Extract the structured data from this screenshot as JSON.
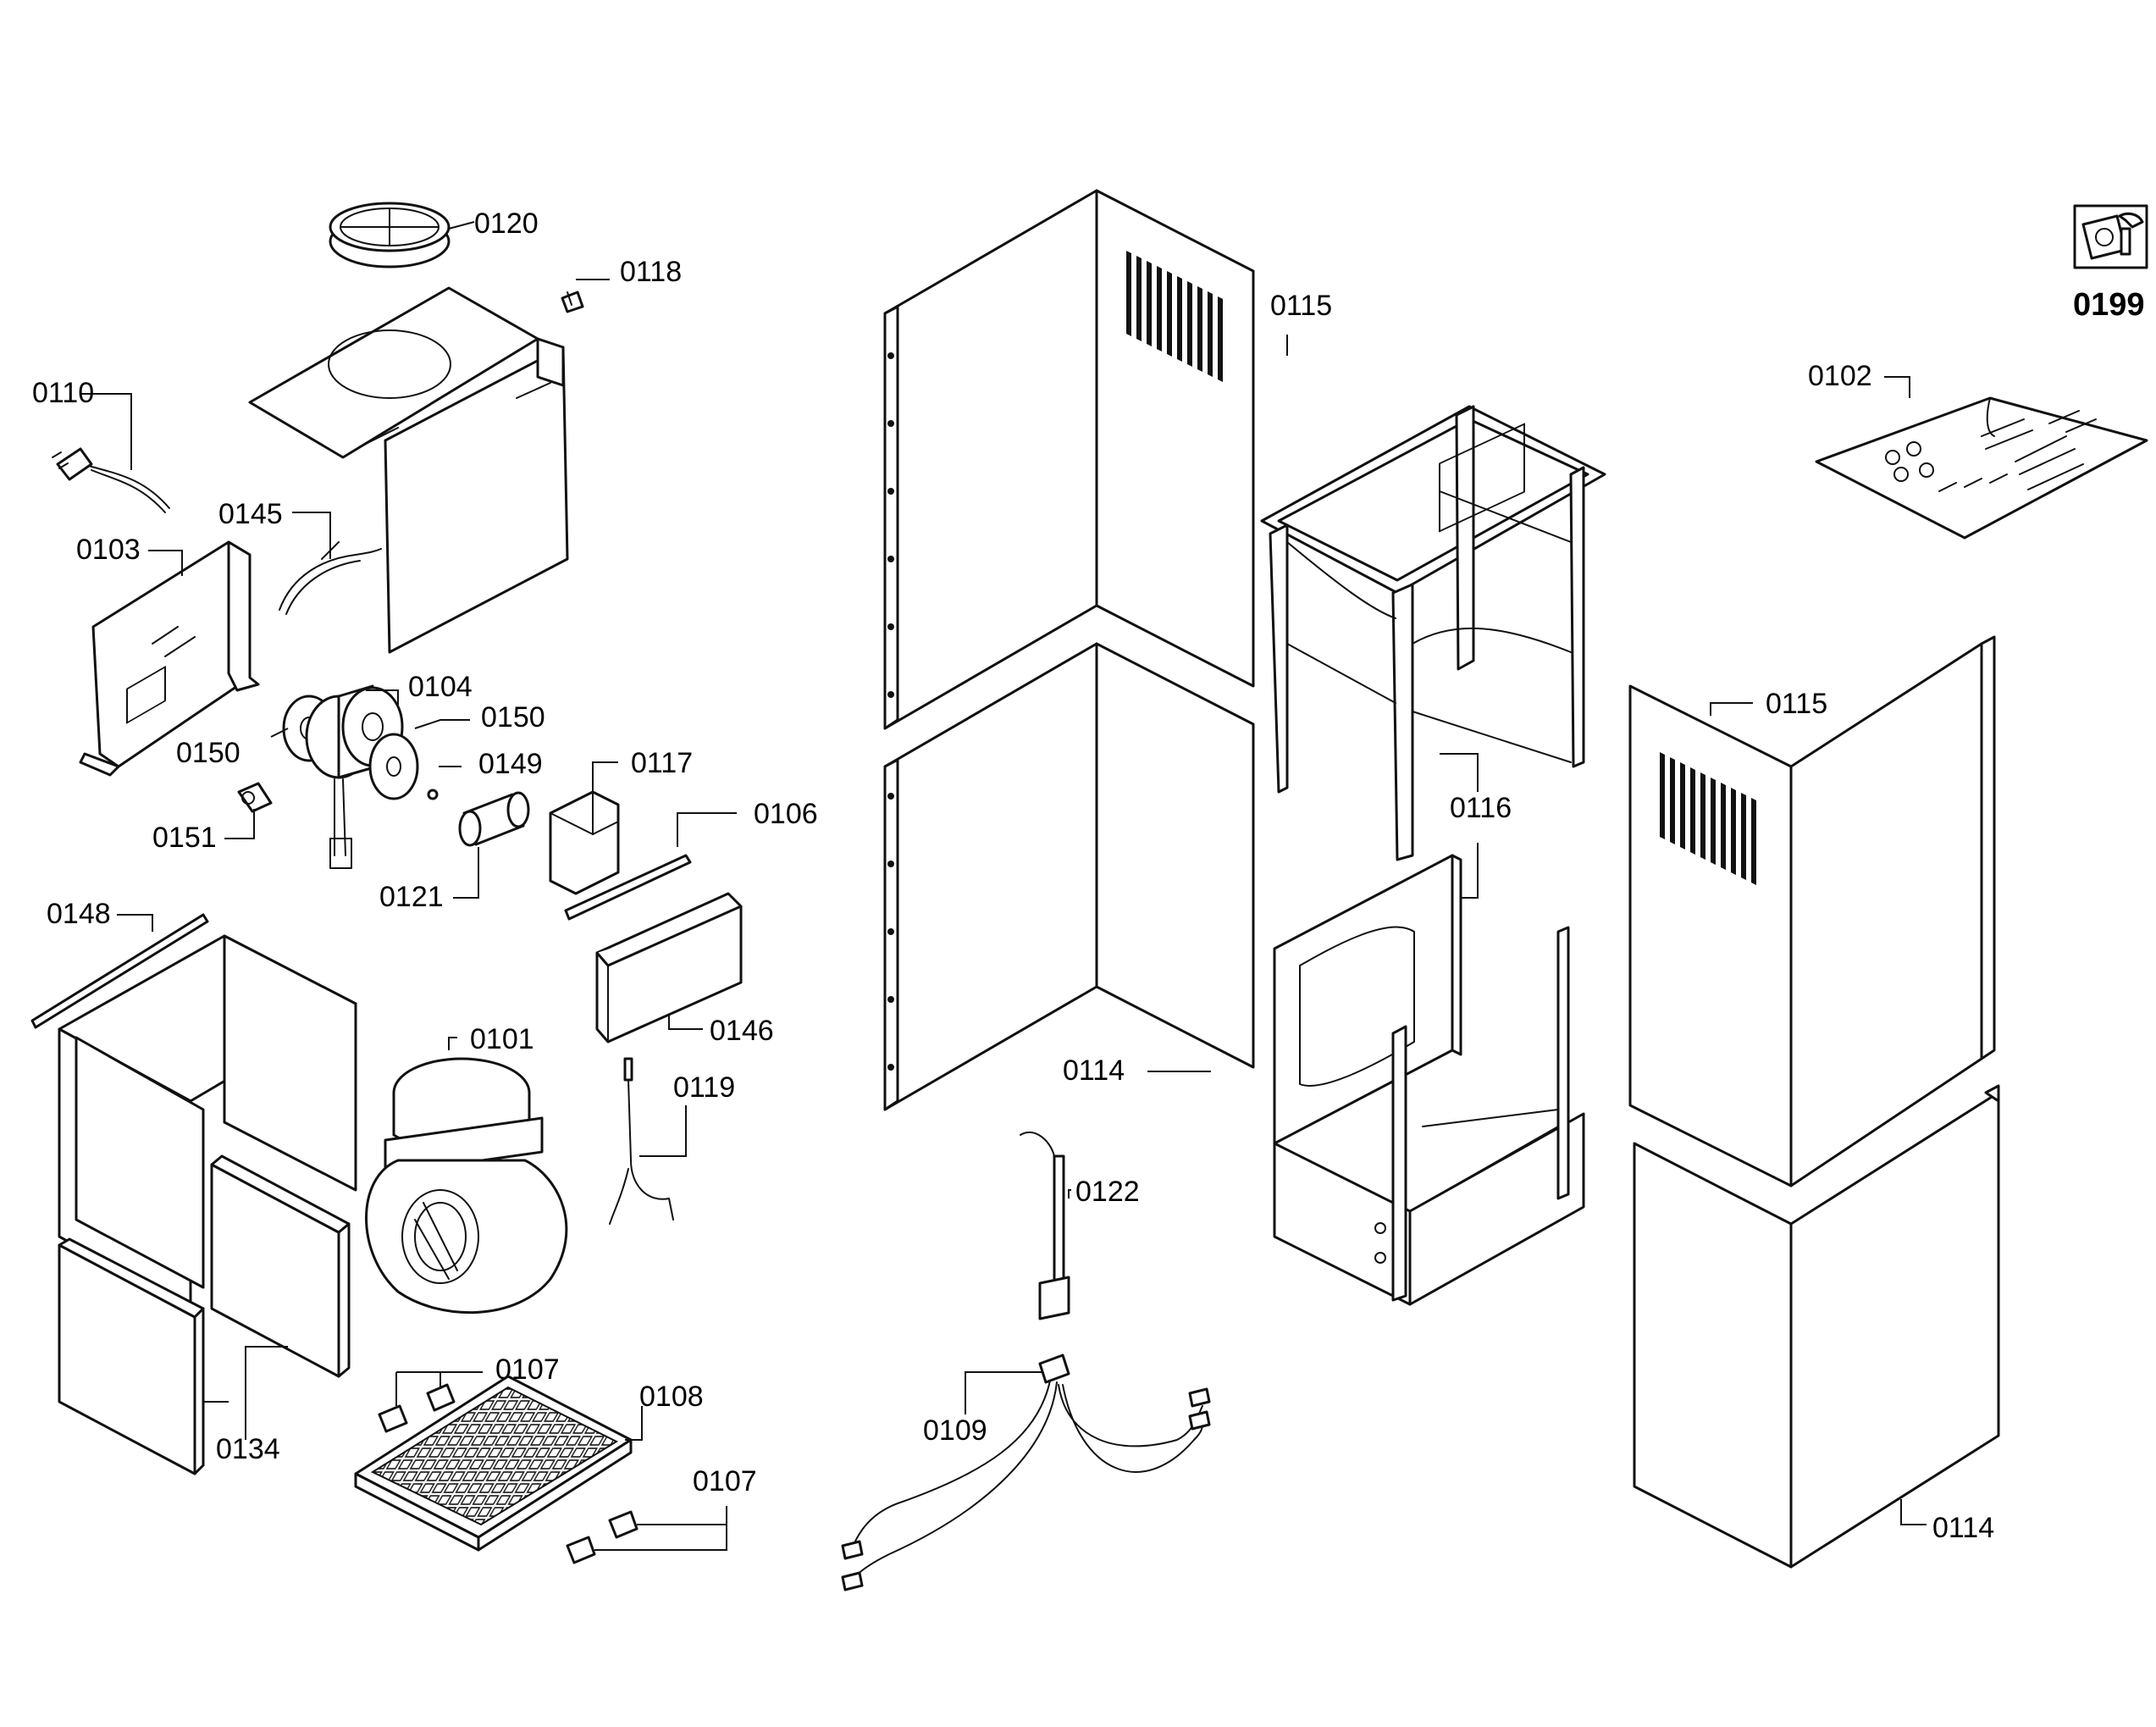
{
  "labels": {
    "p0101": "0101",
    "p0102": "0102",
    "p0103": "0103",
    "p0104": "0104",
    "p0106": "0106",
    "p0107a": "0107",
    "p0107b": "0107",
    "p0108": "0108",
    "p0109": "0109",
    "p0110": "0110",
    "p0114a": "0114",
    "p0114b": "0114",
    "p0115a": "0115",
    "p0115b": "0115",
    "p0116": "0116",
    "p0117": "0117",
    "p0118": "0118",
    "p0119": "0119",
    "p0120": "0120",
    "p0121": "0121",
    "p0122": "0122",
    "p0134": "0134",
    "p0145": "0145",
    "p0146": "0146",
    "p0148": "0148",
    "p0149": "0149",
    "p0150a": "0150",
    "p0150b": "0150",
    "p0151": "0151",
    "p0199": "0199"
  },
  "icons": {
    "tool_kit": "wrench-icon"
  }
}
